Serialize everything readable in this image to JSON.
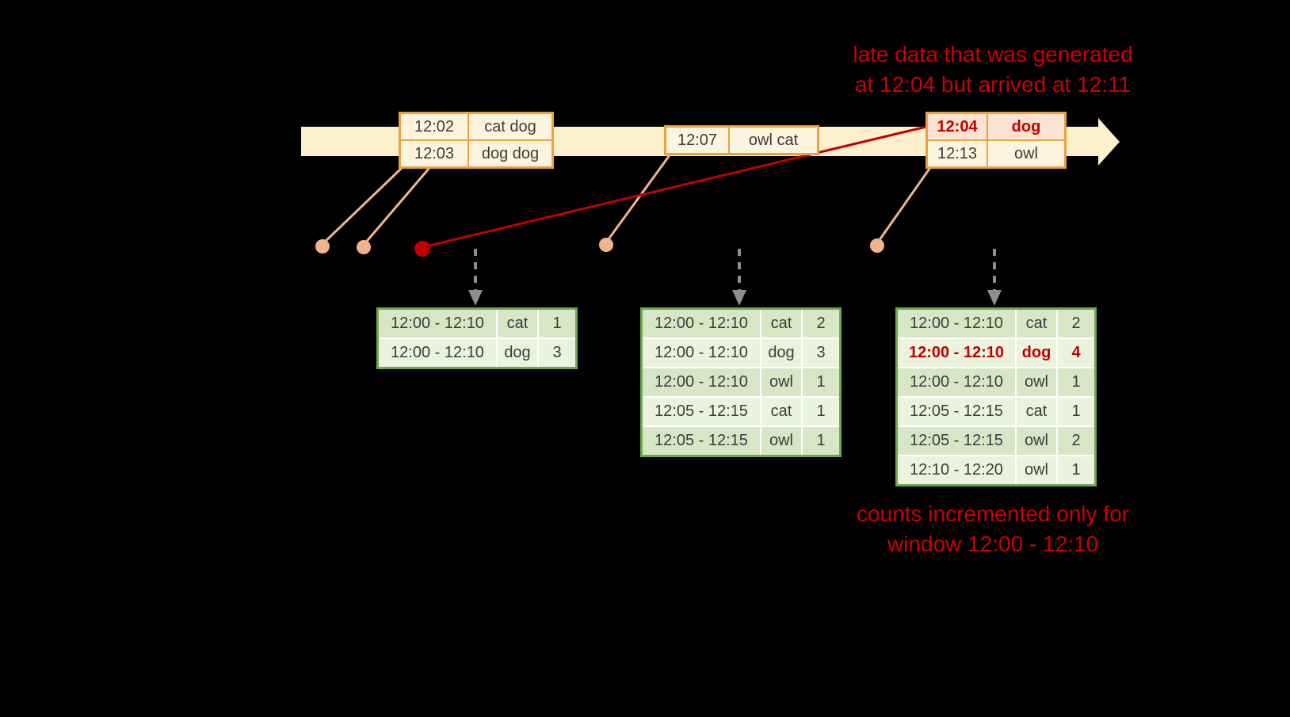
{
  "colors": {
    "background": "#000000",
    "timeline_fill": "#FBF0CB",
    "event_table_border": "#E8A33D",
    "event_cell_fill": "#FDF4DF",
    "late_cell_fill": "#FBE2D2",
    "late_text_red": "#C00000",
    "leader_line_salmon": "#F2B48C",
    "red_line": "#C00000",
    "dashed_arrow_gray": "#8E8E8E",
    "result_table_border": "#6FA84F",
    "result_row_dark": "#D7E7C6",
    "result_row_light": "#EBF3DF",
    "result_text": "#3C3C3C",
    "annotation_red": "#CC0000"
  },
  "annotations": {
    "late_data_line1": "late data that was generated",
    "late_data_line2": "at 12:04 but arrived at 12:11",
    "counts_line1": "counts incremented only for",
    "counts_line2": "window 12:00 - 12:10"
  },
  "event_tables": {
    "table1": {
      "rows": [
        {
          "time": "12:02",
          "words": "cat dog"
        },
        {
          "time": "12:03",
          "words": "dog dog"
        }
      ]
    },
    "table2": {
      "rows": [
        {
          "time": "12:07",
          "words": "owl cat"
        }
      ]
    },
    "table3": {
      "rows": [
        {
          "time": "12:04",
          "words": "dog"
        },
        {
          "time": "12:13",
          "words": "owl"
        }
      ]
    }
  },
  "result_tables": {
    "t1": {
      "rows": [
        {
          "window": "12:00 - 12:10",
          "word": "cat",
          "count": "1"
        },
        {
          "window": "12:00 - 12:10",
          "word": "dog",
          "count": "3"
        }
      ]
    },
    "t2": {
      "rows": [
        {
          "window": "12:00 - 12:10",
          "word": "cat",
          "count": "2"
        },
        {
          "window": "12:00 - 12:10",
          "word": "dog",
          "count": "3"
        },
        {
          "window": "12:00 - 12:10",
          "word": "owl",
          "count": "1"
        },
        {
          "window": "12:05 - 12:15",
          "word": "cat",
          "count": "1"
        },
        {
          "window": "12:05 - 12:15",
          "word": "owl",
          "count": "1"
        }
      ]
    },
    "t3": {
      "rows": [
        {
          "window": "12:00 - 12:10",
          "word": "cat",
          "count": "2"
        },
        {
          "window": "12:00 - 12:10",
          "word": "dog",
          "count": "4"
        },
        {
          "window": "12:00 - 12:10",
          "word": "owl",
          "count": "1"
        },
        {
          "window": "12:05 - 12:15",
          "word": "cat",
          "count": "1"
        },
        {
          "window": "12:05 - 12:15",
          "word": "owl",
          "count": "2"
        },
        {
          "window": "12:10 - 12:20",
          "word": "owl",
          "count": "1"
        }
      ]
    }
  }
}
